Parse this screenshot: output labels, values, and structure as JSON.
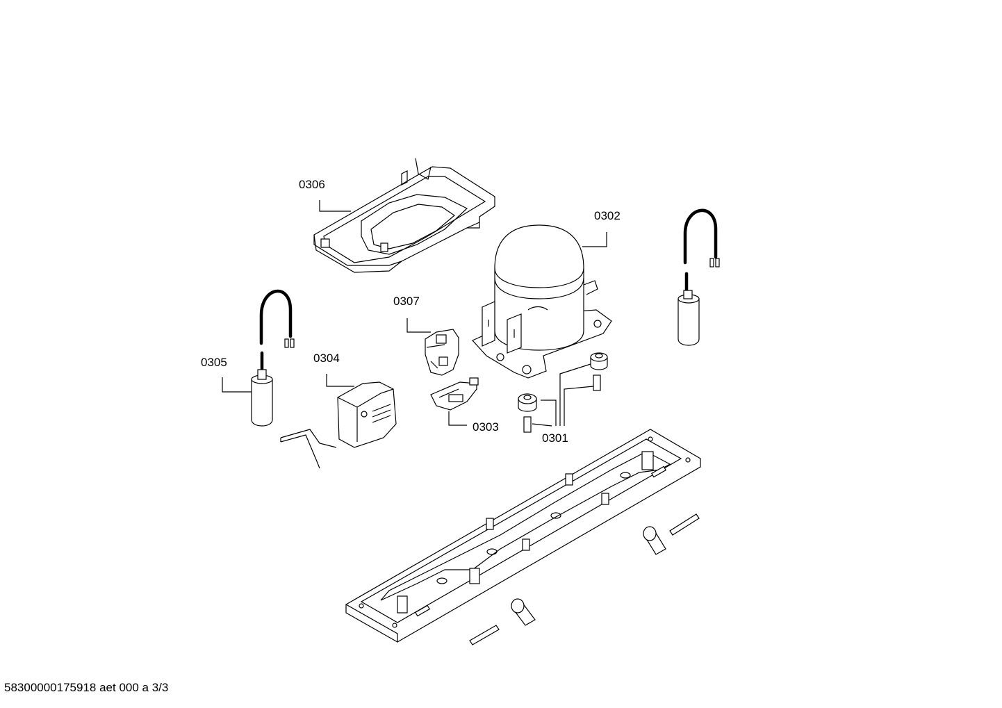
{
  "labels": {
    "p0306": "0306",
    "p0302": "0302",
    "p0307": "0307",
    "p0305": "0305",
    "p0304": "0304",
    "p0303": "0303",
    "p0301": "0301"
  },
  "footer": "58300000175918 aet 000 a 3/3"
}
